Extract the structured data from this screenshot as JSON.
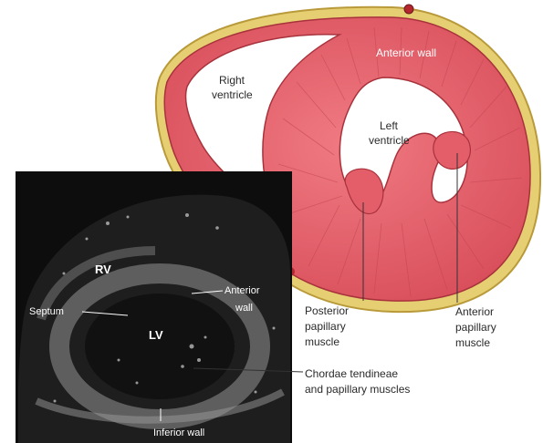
{
  "heart_labels": {
    "anterior_wall": "Anterior wall",
    "right_ventricle_line1": "Right",
    "right_ventricle_line2": "ventricle",
    "left_ventricle_line1": "Left",
    "left_ventricle_line2": "ventricle"
  },
  "callouts": {
    "posterior_papillary": [
      "Posterior",
      "papillary",
      "muscle"
    ],
    "anterior_papillary": [
      "Anterior",
      "papillary",
      "muscle"
    ],
    "chordae": [
      "Chordae tendineae",
      "and papillary muscles"
    ]
  },
  "echo_labels": {
    "rv": "RV",
    "lv": "LV",
    "septum": "Septum",
    "anterior_wall_line1": "Anterior",
    "anterior_wall_line2": "wall",
    "inferior_wall": "Inferior wall"
  },
  "colors": {
    "myocardium": "#e8606a",
    "myocardium_dark": "#c9404c",
    "epicardial_fat": "#e9d47a",
    "echo_background": "#0d0d0d"
  }
}
